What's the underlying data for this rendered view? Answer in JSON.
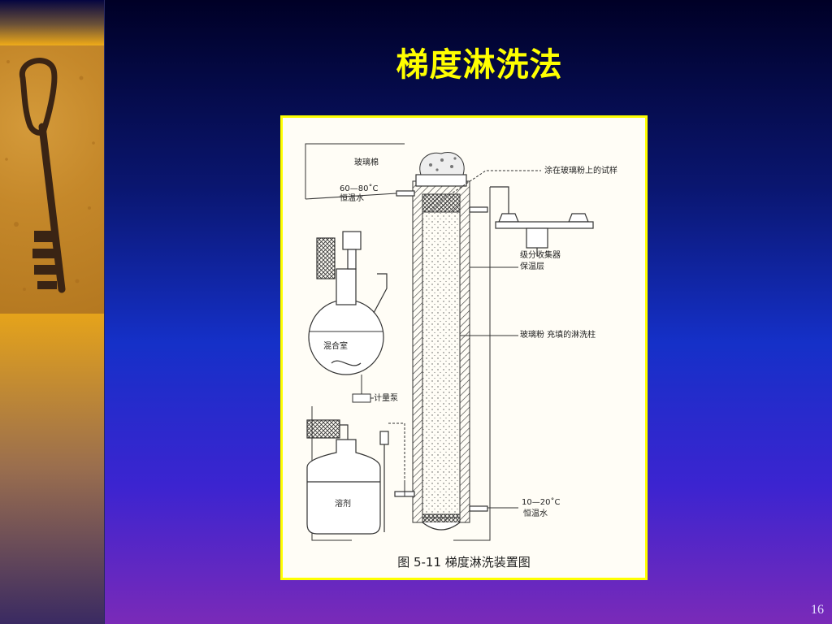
{
  "slide": {
    "title": "梯度淋洗法",
    "page_number": "16"
  },
  "figure": {
    "caption": "图 5-11    梯度淋洗装置图",
    "labels": {
      "glass_wool": "玻璃棉",
      "temp_top": "60—80˚C",
      "thermo_water_top": "恒温水",
      "sample_coating": "涂在玻璃粉上的试样",
      "fraction_collector": "级分收集器",
      "insulation": "保温层",
      "column": "玻璃粉 充填的淋洗柱",
      "mixing_chamber": "混合室",
      "metering_pump": "计量泵",
      "solvent": "溶剂",
      "temp_bottom": "10—20˚C",
      "thermo_water_bottom": "恒温水"
    }
  },
  "colors": {
    "title": "#ffff00",
    "frame": "#ffff00",
    "sidebar": "#e6a41a"
  },
  "icons": {
    "key_photo": "key-icon"
  }
}
